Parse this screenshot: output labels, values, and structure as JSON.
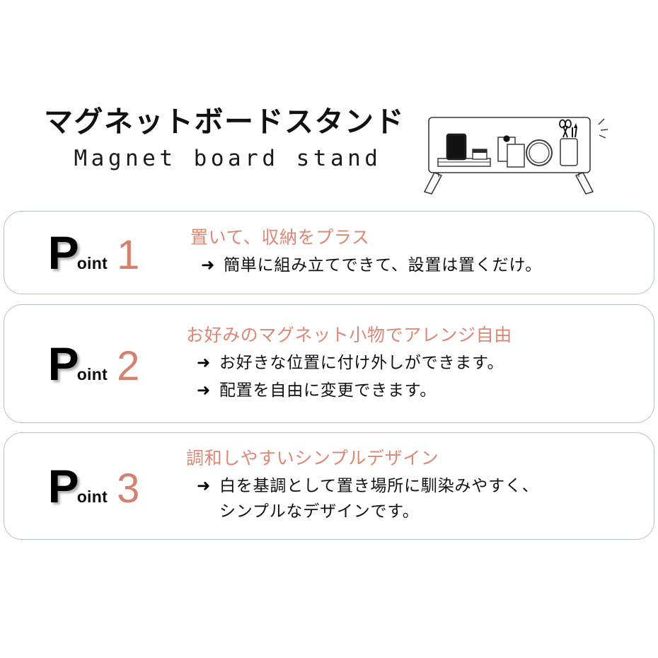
{
  "header": {
    "title_ja": "マグネットボードスタンド",
    "title_en": "Magnet board stand",
    "illustration_name": "magnet-board-stand-illustration"
  },
  "points": [
    {
      "badge_p": "P",
      "badge_oint": "oint",
      "number": "1",
      "heading": "置いて、収納をプラス",
      "arrow": "➜",
      "bullets": [
        {
          "text": "簡単に組み立てできて、設置は置くだけ。",
          "continuation": ""
        }
      ]
    },
    {
      "badge_p": "P",
      "badge_oint": "oint",
      "number": "2",
      "heading": "お好みのマグネット小物でアレンジ自由",
      "arrow": "➜",
      "bullets": [
        {
          "text": "お好きな位置に付け外しができます。",
          "continuation": ""
        },
        {
          "text": "配置を自由に変更できます。",
          "continuation": ""
        }
      ]
    },
    {
      "badge_p": "P",
      "badge_oint": "oint",
      "number": "3",
      "heading": "調和しやすいシンプルデザイン",
      "arrow": "➜",
      "bullets": [
        {
          "text": "白を基調として置き場所に馴染みやすく、",
          "continuation": "シンプルなデザインです。"
        }
      ]
    }
  ],
  "colors": {
    "accent_salmon": "#dd8775",
    "number_salmon": "#d4826f",
    "card_border": "#b6c4ca",
    "text_black": "#111111",
    "background": "#ffffff"
  }
}
